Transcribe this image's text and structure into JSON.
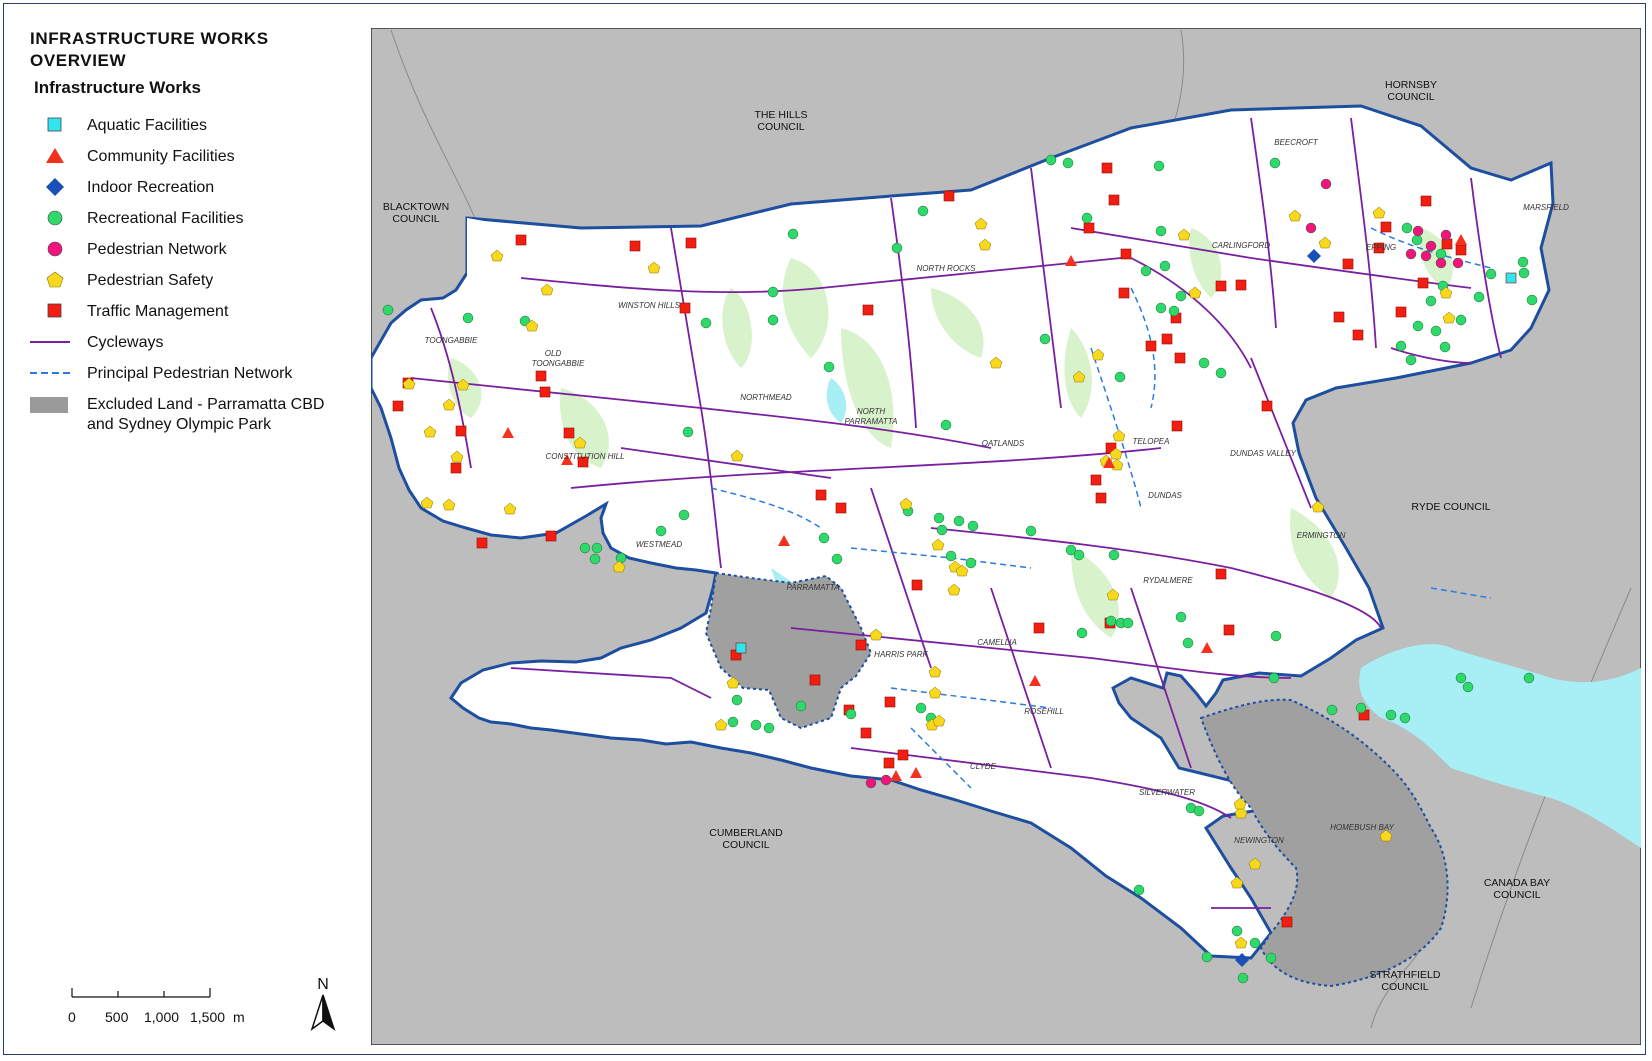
{
  "legend": {
    "title": "INFRASTRUCTURE WORKS OVERVIEW",
    "subtitle": "Infrastructure Works",
    "items": [
      {
        "label": "Aquatic Facilities",
        "symbol": "square",
        "color": "#2fe6f0"
      },
      {
        "label": "Community Facilities",
        "symbol": "triangle",
        "color": "#f2321e"
      },
      {
        "label": "Indoor Recreation",
        "symbol": "diamond",
        "color": "#1a4fb8"
      },
      {
        "label": "Recreational Facilities",
        "symbol": "circle",
        "color": "#2fd86a"
      },
      {
        "label": "Pedestrian Network",
        "symbol": "circle",
        "color": "#f0147c"
      },
      {
        "label": "Pedestrian Safety",
        "symbol": "pentagon",
        "color": "#f8d81c"
      },
      {
        "label": "Traffic Management",
        "symbol": "square",
        "color": "#f21e12"
      },
      {
        "label": "Cycleways",
        "symbol": "line",
        "color": "#7a1fa0"
      },
      {
        "label": "Principal Pedestrian Network",
        "symbol": "dashed",
        "color": "#2a7be0"
      },
      {
        "label": "Excluded Land - Parramatta CBD and Sydney Olympic Park",
        "symbol": "grey-box",
        "color": "#9a9a9a"
      }
    ]
  },
  "scale_bar": {
    "ticks": [
      "0",
      "500",
      "1,000",
      "1,500"
    ],
    "unit": "m"
  },
  "north_arrow": {
    "label": "N",
    "icon": "north-arrow-icon"
  },
  "colors": {
    "outside_land": "#bdbdbd",
    "lga_fill": "#ffffff",
    "lga_border": "#1d4ea0",
    "parks": "#d8f2cc",
    "water": "#a7eef5",
    "excluded": "#a0a0a0"
  },
  "map": {
    "councils": [
      {
        "name": "THE HILLS COUNCIL",
        "lines": [
          "THE HILLS",
          "COUNCIL"
        ]
      },
      {
        "name": "HORNSBY COUNCIL",
        "lines": [
          "HORNSBY",
          "COUNCIL"
        ]
      },
      {
        "name": "BLACKTOWN COUNCIL",
        "lines": [
          "BLACKTOWN",
          "COUNCIL"
        ]
      },
      {
        "name": "RYDE COUNCIL",
        "lines": [
          "RYDE COUNCIL"
        ]
      },
      {
        "name": "CUMBERLAND COUNCIL",
        "lines": [
          "CUMBERLAND",
          "COUNCIL"
        ]
      },
      {
        "name": "CANADA BAY COUNCIL",
        "lines": [
          "CANADA BAY",
          "COUNCIL"
        ]
      },
      {
        "name": "STRATHFIELD COUNCIL",
        "lines": [
          "STRATHFIELD",
          "COUNCIL"
        ]
      }
    ],
    "suburbs": [
      "BEECROFT",
      "MARSFIELD",
      "EPPING",
      "CARLINGFORD",
      "NORTH ROCKS",
      "WINSTON HILLS",
      "TOONGABBIE",
      "OLD",
      "TOONGABBIE",
      "NORTHMEAD",
      "NORTH",
      "PARRAMATTA",
      "OATLANDS",
      "TELOPEA",
      "DUNDAS VALLEY",
      "DUNDAS",
      "CONSTITUTION HILL",
      "WESTMEAD",
      "PARRAMATTA",
      "ERMINGTON",
      "RYDALMERE",
      "CAMELLIA",
      "HARRIS PARK",
      "ROSEHILL",
      "CLYDE",
      "SILVERWATER",
      "NEWINGTON",
      "HOMEBUSH BAY"
    ]
  }
}
